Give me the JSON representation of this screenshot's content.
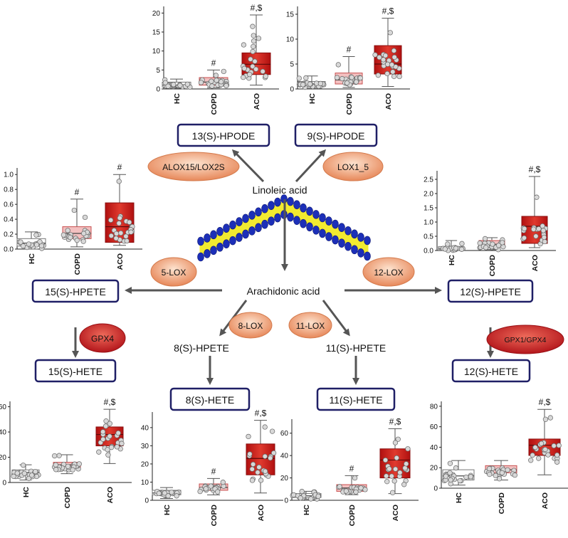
{
  "pathway": {
    "linoleic_acid": "Linoleic acid",
    "arachidonic_acid": "Arachidonic acid",
    "metabolites": {
      "hpode13": "13(S)-HPODE",
      "hpode9": "9(S)-HPODE",
      "hpete15": "15(S)-HPETE",
      "hpete12": "12(S)-HPETE",
      "hete15": "15(S)-HETE",
      "hete12": "12(S)-HETE",
      "hpete8": "8(S)-HPETE",
      "hpete11": "11(S)-HPETE",
      "hete8": "8(S)-HETE",
      "hete11": "11(S)-HETE"
    },
    "enzymes": {
      "alox15": "ALOX15/LOX2S",
      "lox1_5": "LOX1_5",
      "lox5": "5-LOX",
      "lox12": "12-LOX",
      "lox8": "8-LOX",
      "lox11": "11-LOX",
      "gpx4": "GPX4",
      "gpx1gpx4": "GPX1/GPX4"
    },
    "colors": {
      "box_border": "#1f1f66",
      "enzyme_orange": "#f0a070",
      "enzyme_red": "#d03030",
      "bar_red": "#cc1f1f",
      "membrane_blue": "#1c2fb8",
      "membrane_yellow": "#f2ea30"
    }
  },
  "chart_data": [
    {
      "id": "hpode13",
      "type": "box",
      "categories": [
        "HC",
        "COPD",
        "ACO"
      ],
      "yticks": [
        0,
        5,
        10,
        15,
        20
      ],
      "ylim": [
        0,
        21
      ],
      "annotations": [
        "",
        "#",
        "#,$"
      ],
      "boxes": [
        {
          "min": 0.2,
          "q1": 0.5,
          "median": 1.0,
          "q3": 1.8,
          "max": 2.6
        },
        {
          "min": 0.3,
          "q1": 1.0,
          "median": 1.8,
          "q3": 3.0,
          "max": 5.0
        },
        {
          "min": 1.0,
          "q1": 3.8,
          "median": 6.5,
          "q3": 9.5,
          "max": 19.5
        }
      ]
    },
    {
      "id": "hpode9",
      "type": "box",
      "categories": [
        "HC",
        "COPD",
        "ACO"
      ],
      "yticks": [
        0,
        5,
        10,
        15
      ],
      "ylim": [
        0,
        16
      ],
      "annotations": [
        "",
        "#",
        "#,$"
      ],
      "boxes": [
        {
          "min": 0.2,
          "q1": 0.5,
          "median": 0.9,
          "q3": 1.5,
          "max": 2.6
        },
        {
          "min": 0.3,
          "q1": 1.0,
          "median": 1.8,
          "q3": 3.2,
          "max": 6.5
        },
        {
          "min": 0.5,
          "q1": 3.0,
          "median": 5.0,
          "q3": 8.7,
          "max": 14.2
        }
      ]
    },
    {
      "id": "hpete15",
      "type": "box",
      "categories": [
        "HC",
        "COPD",
        "ACO"
      ],
      "yticks": [
        0.0,
        0.2,
        0.4,
        0.6,
        0.8,
        1.0
      ],
      "ylim": [
        0,
        1.05
      ],
      "annotations": [
        "",
        "#",
        "#"
      ],
      "boxes": [
        {
          "min": 0.0,
          "q1": 0.04,
          "median": 0.08,
          "q3": 0.14,
          "max": 0.23
        },
        {
          "min": 0.03,
          "q1": 0.14,
          "median": 0.21,
          "q3": 0.3,
          "max": 0.67
        },
        {
          "min": 0.05,
          "q1": 0.09,
          "median": 0.3,
          "q3": 0.62,
          "max": 1.0
        }
      ]
    },
    {
      "id": "hpete12",
      "type": "box",
      "categories": [
        "HC",
        "COPD",
        "ACO"
      ],
      "yticks": [
        0.0,
        0.5,
        1.0,
        1.5,
        2.0,
        2.5
      ],
      "ylim": [
        0,
        2.7
      ],
      "annotations": [
        "",
        "",
        "#,$"
      ],
      "boxes": [
        {
          "min": 0.0,
          "q1": 0.04,
          "median": 0.08,
          "q3": 0.14,
          "max": 0.35
        },
        {
          "min": 0.03,
          "q1": 0.12,
          "median": 0.22,
          "q3": 0.35,
          "max": 0.45
        },
        {
          "min": 0.1,
          "q1": 0.25,
          "median": 0.85,
          "q3": 1.2,
          "max": 2.6
        }
      ]
    },
    {
      "id": "hete15",
      "type": "box",
      "categories": [
        "HC",
        "COPD",
        "ACO"
      ],
      "yticks": [
        0,
        20,
        40,
        60
      ],
      "ylim": [
        0,
        62
      ],
      "annotations": [
        "",
        "",
        "#,$"
      ],
      "boxes": [
        {
          "min": 2,
          "q1": 6,
          "median": 8,
          "q3": 10,
          "max": 14
        },
        {
          "min": 7,
          "q1": 12,
          "median": 14,
          "q3": 16,
          "max": 22
        },
        {
          "min": 15,
          "q1": 29,
          "median": 38,
          "q3": 44,
          "max": 58
        }
      ]
    },
    {
      "id": "hete8",
      "type": "box",
      "categories": [
        "HC",
        "COPD",
        "ACO"
      ],
      "yticks": [
        0,
        10,
        20,
        30,
        40
      ],
      "ylim": [
        0,
        47
      ],
      "annotations": [
        "",
        "#",
        "#,$"
      ],
      "boxes": [
        {
          "min": 1,
          "q1": 3,
          "median": 4,
          "q3": 5.5,
          "max": 7
        },
        {
          "min": 3,
          "q1": 5.5,
          "median": 7,
          "q3": 9,
          "max": 12
        },
        {
          "min": 4,
          "q1": 14,
          "median": 23,
          "q3": 31,
          "max": 44
        }
      ]
    },
    {
      "id": "hete11",
      "type": "box",
      "categories": [
        "HC",
        "COPD",
        "ACO"
      ],
      "yticks": [
        0,
        20,
        40,
        60
      ],
      "ylim": [
        0,
        70
      ],
      "annotations": [
        "",
        "#",
        "#,$"
      ],
      "boxes": [
        {
          "min": 1,
          "q1": 2.5,
          "median": 4,
          "q3": 6,
          "max": 8
        },
        {
          "min": 5,
          "q1": 8,
          "median": 11,
          "q3": 14,
          "max": 22
        },
        {
          "min": 6,
          "q1": 20,
          "median": 36,
          "q3": 46,
          "max": 64
        }
      ]
    },
    {
      "id": "hete12",
      "type": "box",
      "categories": [
        "HC",
        "COPD",
        "ACO"
      ],
      "yticks": [
        0,
        20,
        40,
        60,
        80
      ],
      "ylim": [
        0,
        82
      ],
      "annotations": [
        "",
        "",
        "#,$"
      ],
      "boxes": [
        {
          "min": 3,
          "q1": 8,
          "median": 12,
          "q3": 18,
          "max": 27
        },
        {
          "min": 8,
          "q1": 15,
          "median": 18,
          "q3": 22,
          "max": 27
        },
        {
          "min": 13,
          "q1": 32,
          "median": 42,
          "q3": 48,
          "max": 77
        }
      ]
    }
  ]
}
